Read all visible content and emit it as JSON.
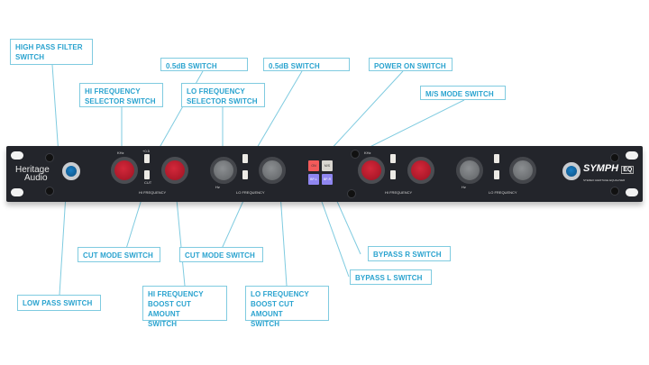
{
  "device": {
    "brand_line1": "Heritage",
    "brand_line2": "Audio",
    "model": "SYMPH",
    "model_suffix": "EQ",
    "model_subtitle": "STEREO HERITAGE EQUALISER",
    "colors": {
      "panel": "#23252b",
      "knob_red": "#c11d2f",
      "knob_grey": "#77797c",
      "knob_blue": "#1a6fae",
      "callout_text": "#2aa3cf",
      "callout_border": "#7fcbe0",
      "btn_on": "#f25a5a",
      "btn_ms": "#d9d6d0",
      "btn_bypass": "#8f86f0"
    },
    "buttons": {
      "on": "ON",
      "ms": "M/S",
      "bypass_l": "BP-L",
      "bypass_r": "BP-R"
    },
    "section_labels": {
      "hi_frequency": "HI FREQUENCY",
      "lo_frequency": "LO FREQUENCY",
      "cut": "CUT",
      "half_db": "+0.5",
      "db": "dB",
      "khz": "KHz",
      "hz": "Hz",
      "off": "OFF"
    }
  },
  "callouts": [
    {
      "id": "high-pass-filter",
      "text": "HIGH PASS FILTER\nSWITCH"
    },
    {
      "id": "hi-freq-selector",
      "text": "HI FREQUENCY\nSELECTOR SWITCH"
    },
    {
      "id": "half-db-left",
      "text": "0.5dB SWITCH"
    },
    {
      "id": "lo-freq-selector",
      "text": "LO FREQUENCY\nSELECTOR SWITCH"
    },
    {
      "id": "half-db-right",
      "text": "0.5dB SWITCH"
    },
    {
      "id": "power-on",
      "text": "POWER ON SWITCH"
    },
    {
      "id": "ms-mode",
      "text": "M/S MODE SWITCH"
    },
    {
      "id": "cut-mode-left",
      "text": "CUT MODE SWITCH"
    },
    {
      "id": "cut-mode-right",
      "text": "CUT MODE SWITCH"
    },
    {
      "id": "bypass-r",
      "text": "BYPASS R SWITCH"
    },
    {
      "id": "bypass-l",
      "text": "BYPASS L SWITCH"
    },
    {
      "id": "low-pass",
      "text": "LOW PASS SWITCH"
    },
    {
      "id": "hi-freq-boost-cut",
      "text": "HI FREQUENCY\nBOOST CUT AMOUNT\nSWITCH"
    },
    {
      "id": "lo-freq-boost-cut",
      "text": "LO FREQUENCY\nBOOST CUT AMOUNT\nSWITCH"
    }
  ]
}
